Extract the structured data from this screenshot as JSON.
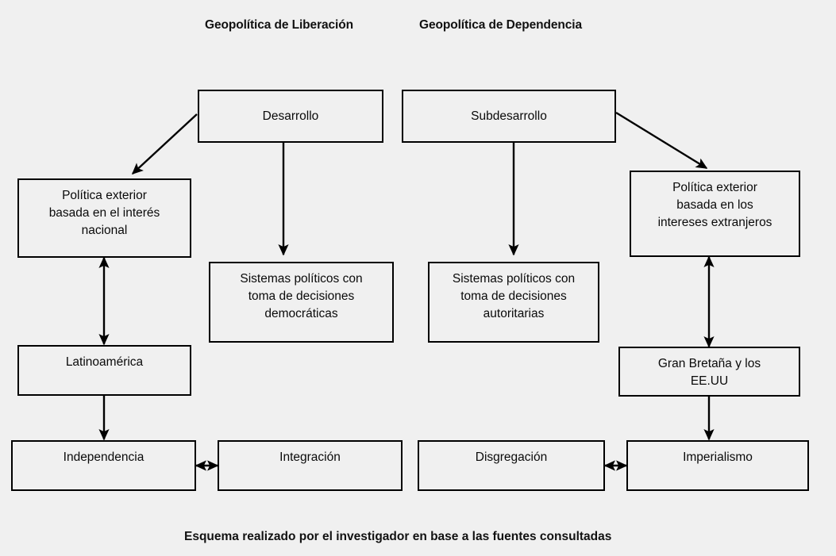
{
  "headings": [
    {
      "id": "liberacion",
      "text": "Geopolítica de Liberación"
    },
    {
      "id": "dependencia",
      "text": "Geopolítica de Dependencia"
    }
  ],
  "nodes": [
    {
      "id": "desarrollo",
      "text": "Desarrollo"
    },
    {
      "id": "subdesarrollo",
      "text": "Subdesarrollo"
    },
    {
      "id": "politica-nacional",
      "text": "Política exterior\nbasada en el interés\nnacional"
    },
    {
      "id": "politica-extranjera",
      "text": "Política exterior\nbasada en los\nintereses extranjeros"
    },
    {
      "id": "sistemas-democraticos",
      "text": "Sistemas políticos con\ntoma de decisiones\ndemocráticas"
    },
    {
      "id": "sistemas-autoritarios",
      "text": "Sistemas políticos con\ntoma de decisiones\nautoritarias"
    },
    {
      "id": "latinoamerica",
      "text": "Latinoamérica"
    },
    {
      "id": "gran-bretana-eeuu",
      "text": "Gran Bretaña y los\nEE.UU"
    },
    {
      "id": "independencia",
      "text": "Independencia"
    },
    {
      "id": "integracion",
      "text": "Integración"
    },
    {
      "id": "disgregacion",
      "text": "Disgregación"
    },
    {
      "id": "imperialismo",
      "text": "Imperialismo"
    }
  ],
  "connectors": [
    {
      "id": "desarrollo-to-politica-nacional",
      "kind": "single-arrow-diagonal"
    },
    {
      "id": "desarrollo-to-sistemas-democraticos",
      "kind": "single-arrow-down"
    },
    {
      "id": "subdesarrollo-to-sistemas-autoritarios",
      "kind": "single-arrow-down"
    },
    {
      "id": "subdesarrollo-to-politica-extranjera",
      "kind": "single-arrow-diagonal"
    },
    {
      "id": "politica-nacional-latinoamerica",
      "kind": "double-arrow-vertical"
    },
    {
      "id": "latinoamerica-to-independencia",
      "kind": "single-arrow-down"
    },
    {
      "id": "politica-extranjera-gran-bretana",
      "kind": "double-arrow-vertical"
    },
    {
      "id": "gran-bretana-to-imperialismo",
      "kind": "single-arrow-down"
    },
    {
      "id": "independencia-integracion",
      "kind": "double-arrow-horizontal"
    },
    {
      "id": "disgregacion-imperialismo",
      "kind": "double-arrow-horizontal"
    }
  ],
  "caption": {
    "text": "Esquema realizado por el investigador en base a las fuentes consultadas"
  },
  "colors": {
    "background": "#f0f0f0",
    "box_fill": "#f0f0f0",
    "box_border": "#000000",
    "text": "#0a0a0a",
    "arrow": "#000000"
  }
}
